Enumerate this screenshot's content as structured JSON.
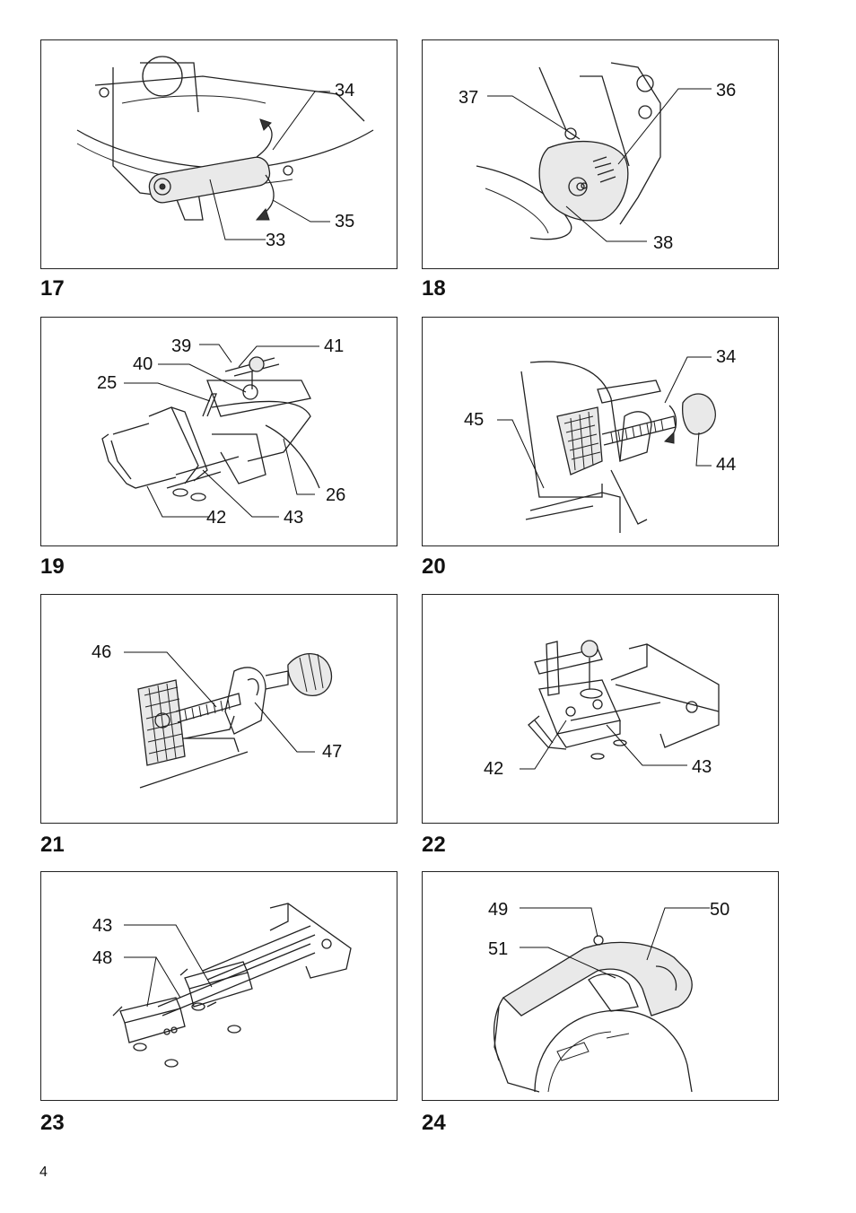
{
  "page": {
    "number": "4"
  },
  "figures": [
    {
      "id": "17",
      "callouts": [
        "34",
        "35",
        "33"
      ]
    },
    {
      "id": "18",
      "callouts": [
        "37",
        "36",
        "38"
      ]
    },
    {
      "id": "19",
      "callouts": [
        "39",
        "41",
        "40",
        "25",
        "26",
        "42",
        "43"
      ]
    },
    {
      "id": "20",
      "callouts": [
        "34",
        "45",
        "44"
      ]
    },
    {
      "id": "21",
      "callouts": [
        "46",
        "47"
      ]
    },
    {
      "id": "22",
      "callouts": [
        "42",
        "43"
      ]
    },
    {
      "id": "23",
      "callouts": [
        "43",
        "48"
      ]
    },
    {
      "id": "24",
      "callouts": [
        "49",
        "50",
        "51"
      ]
    }
  ]
}
